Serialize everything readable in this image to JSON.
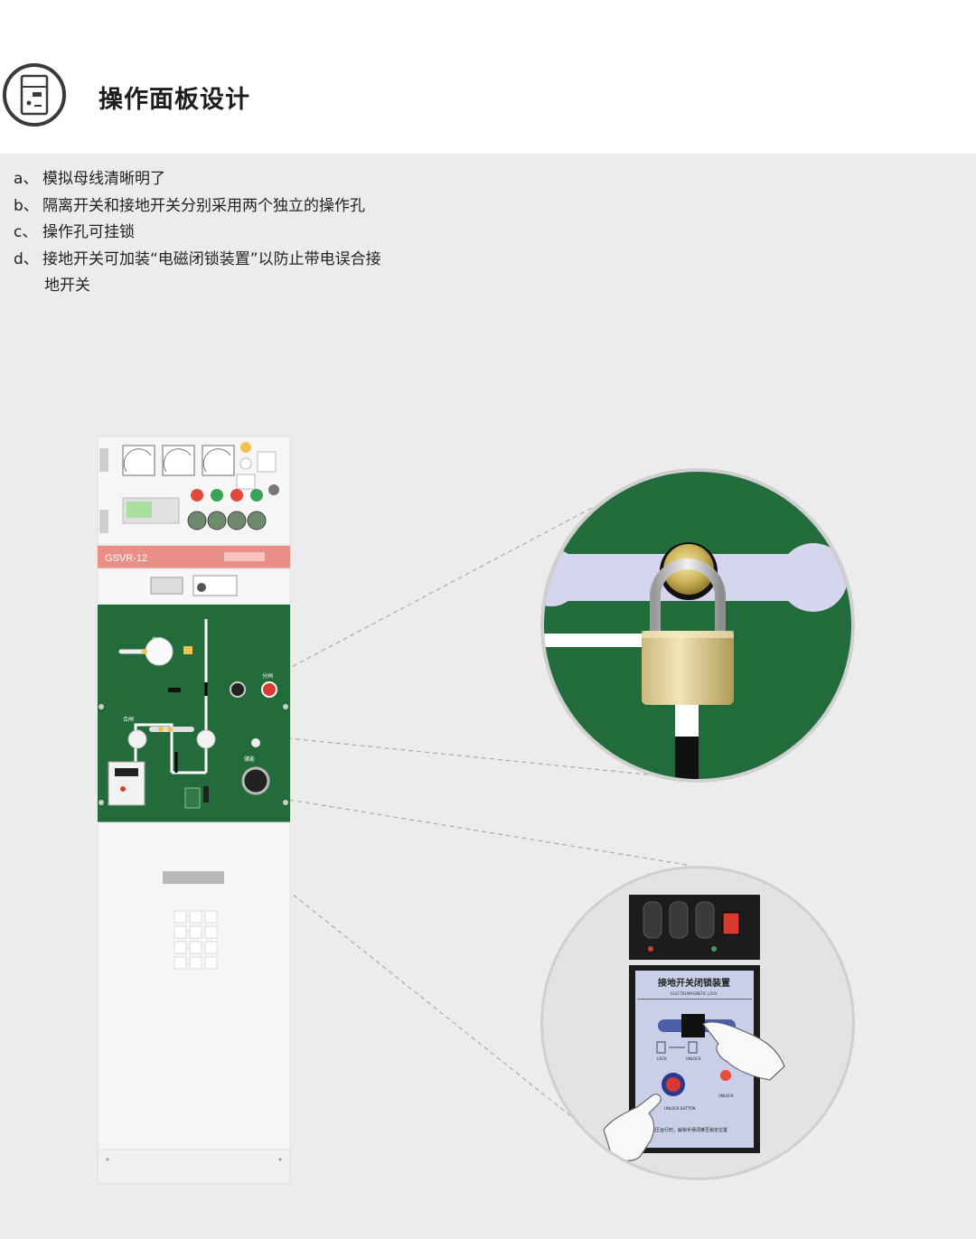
{
  "header": {
    "title": "操作面板设计",
    "icon": "panel-icon"
  },
  "features": [
    {
      "letter": "a、",
      "text": "模拟母线清晰明了"
    },
    {
      "letter": "b、",
      "text": "隔离开关和接地开关分别采用两个独立的操作孔"
    },
    {
      "letter": "c、",
      "text": "操作孔可挂锁"
    },
    {
      "letter": "d、",
      "text": "接地开关可加装“电磁闭锁装置”以防止带电误合接",
      "text2": "地开关"
    }
  ],
  "cabinet": {
    "model_label": "GSVR-12",
    "panel_labels": {
      "earthing": "接地",
      "close": "合闸",
      "open": "分闸",
      "energy_store": "储能"
    }
  },
  "lock_device": {
    "title": "接地开关闭锁装置",
    "subtitle": "ELECTROMAGNETIC LOCK",
    "lock": "LOCK",
    "unlock": "UNLOCK",
    "release": "UNLOCK",
    "button": "UNLOCK BUTTON",
    "note": "高压运行时，解锁手柄须推至锁定位置"
  },
  "colors": {
    "panel_green": "#236b3a",
    "cabinet_white": "#f5f5f5",
    "accent_red": "#d93a30",
    "bg_grey": "#ececec"
  }
}
